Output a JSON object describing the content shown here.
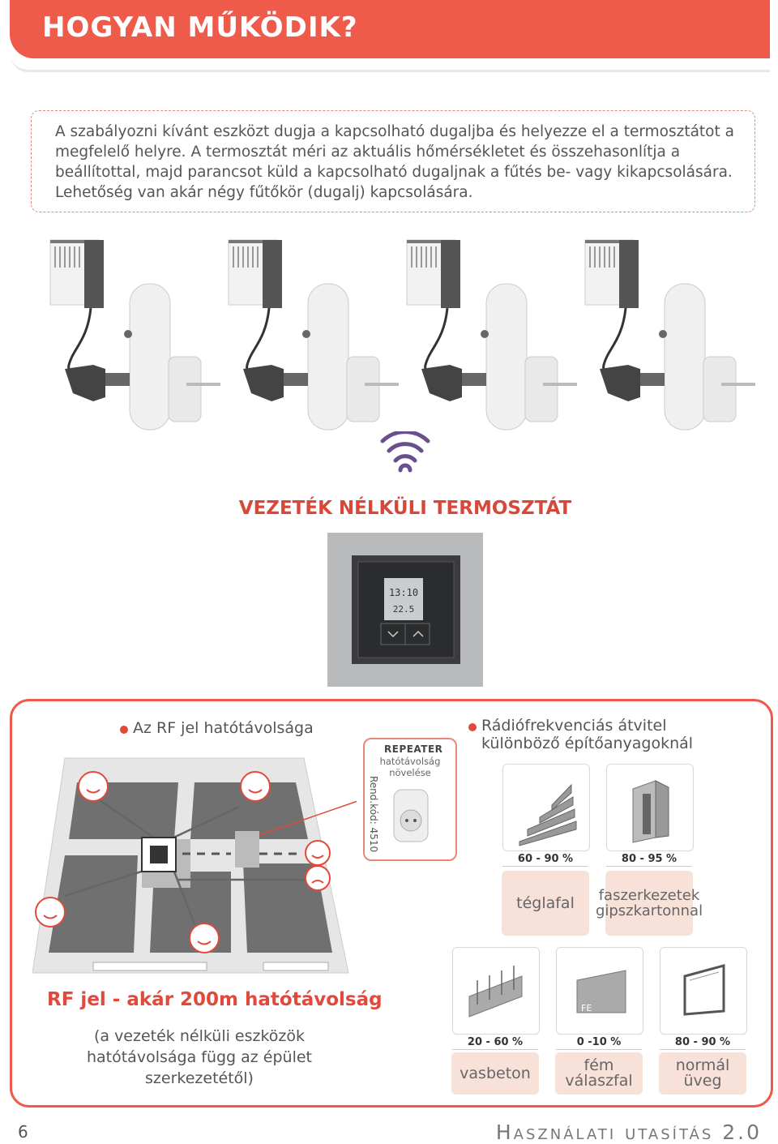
{
  "header": {
    "title": "HOGYAN MŰKÖDIK?"
  },
  "intro": {
    "text": "A szabályozni kívánt eszközt dugja a kapcsolható dugaljba és helyezze el a termosztátot a megfelelő helyre. A termosztát méri az aktuális hőmérsékletet és összehasonlítja a beállítottal, majd parancsot küld a kapcsolható dugaljnak a fűtés be- vagy kikapcsolására. Lehetőség van akár négy fűtőkör (dugalj) kapcsolására."
  },
  "wireless_label": "VEZETÉK NÉLKÜLI TERMOSZTÁT",
  "thermostat": {
    "time": "13:10",
    "temp": "22.5"
  },
  "rf_section": {
    "heading": "Az RF jel hatótávolsága",
    "range": "RF jel - akár 200m hatótávolság",
    "note": "(a vezeték nélküli eszközök hatótávolsága függ az épület szerkezetétől)"
  },
  "repeater": {
    "title": "REPEATER",
    "subtitle": "hatótávolság növelése",
    "code": "Rend.kód: 4510"
  },
  "materials_section": {
    "heading": "Rádiófrekvenciás átvitel különböző építőanyagoknál",
    "items": [
      {
        "pct": "60 - 90 %",
        "label": "téglafal"
      },
      {
        "pct": "80 - 95 %",
        "label": "faszerkezetek gipszkartonnal"
      },
      {
        "pct": "20 - 60 %",
        "label": "vasbeton"
      },
      {
        "pct": "0 -10 %",
        "label": "fém válaszfal"
      },
      {
        "pct": "80 - 90 %",
        "label": "normál üveg"
      }
    ],
    "metal_badge": "FE"
  },
  "footer": {
    "page": "6",
    "title": "Használati utasítás 2.0"
  }
}
